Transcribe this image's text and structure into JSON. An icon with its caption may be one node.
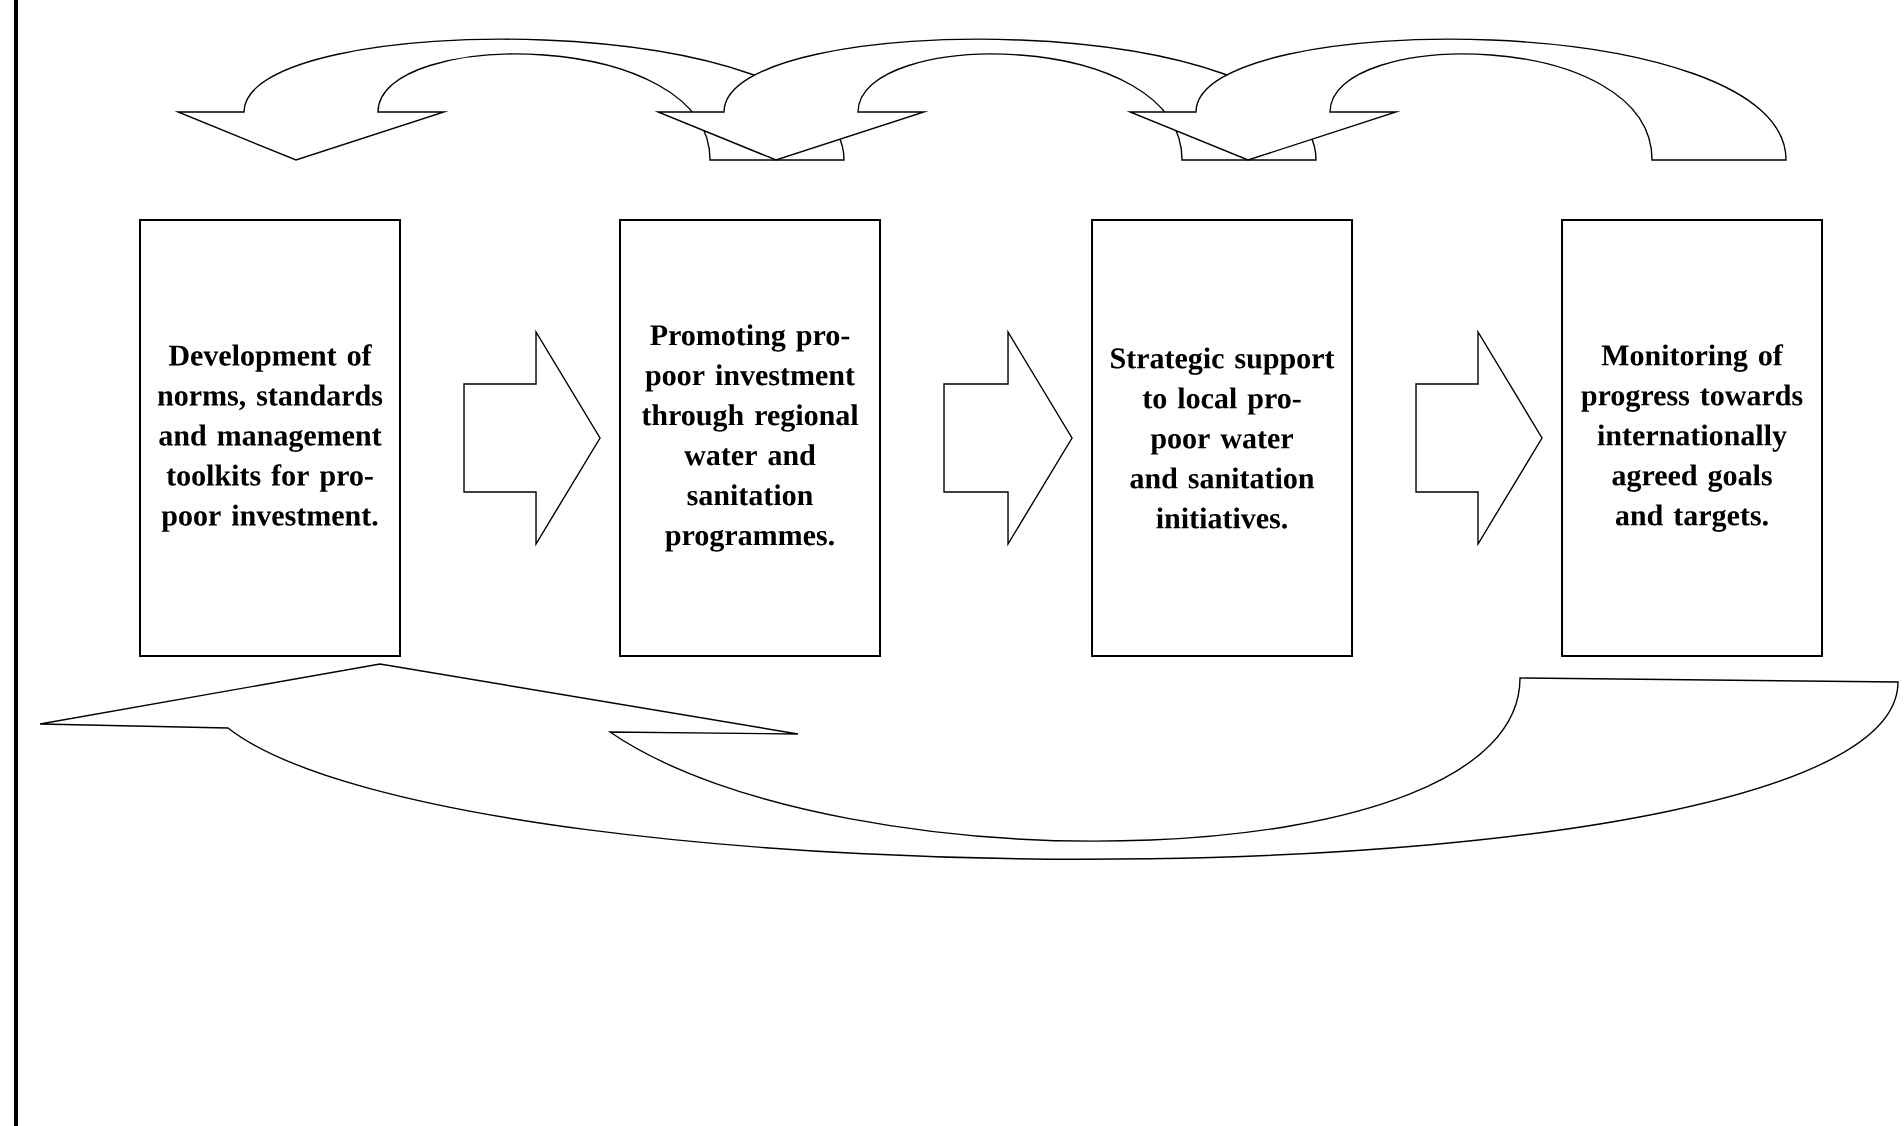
{
  "diagram": {
    "nodes": [
      {
        "text": [
          "Development of norms, standards and management toolkits for pro-poor investment."
        ]
      },
      {
        "text": [
          "Promoting pro-poor investment through regional water and sanitation programmes."
        ]
      },
      {
        "text": [
          "Strategic support to local pro-poor water and sanitation initiatives."
        ]
      },
      {
        "text": [
          "Monitoring of progress towards internationally agreed goals and targets."
        ]
      }
    ],
    "edges": [
      {
        "from": 0,
        "to": 1,
        "arrow": "to"
      },
      {
        "from": 1,
        "to": 2,
        "arrow": "to"
      },
      {
        "from": 2,
        "to": 3,
        "arrow": "to"
      },
      {
        "from": 1,
        "to": 0,
        "arrow": "to"
      },
      {
        "from": 2,
        "to": 1,
        "arrow": "to"
      },
      {
        "from": 3,
        "to": 2,
        "arrow": "to"
      },
      {
        "from": 3,
        "to": 0,
        "arrow": "to"
      }
    ]
  }
}
